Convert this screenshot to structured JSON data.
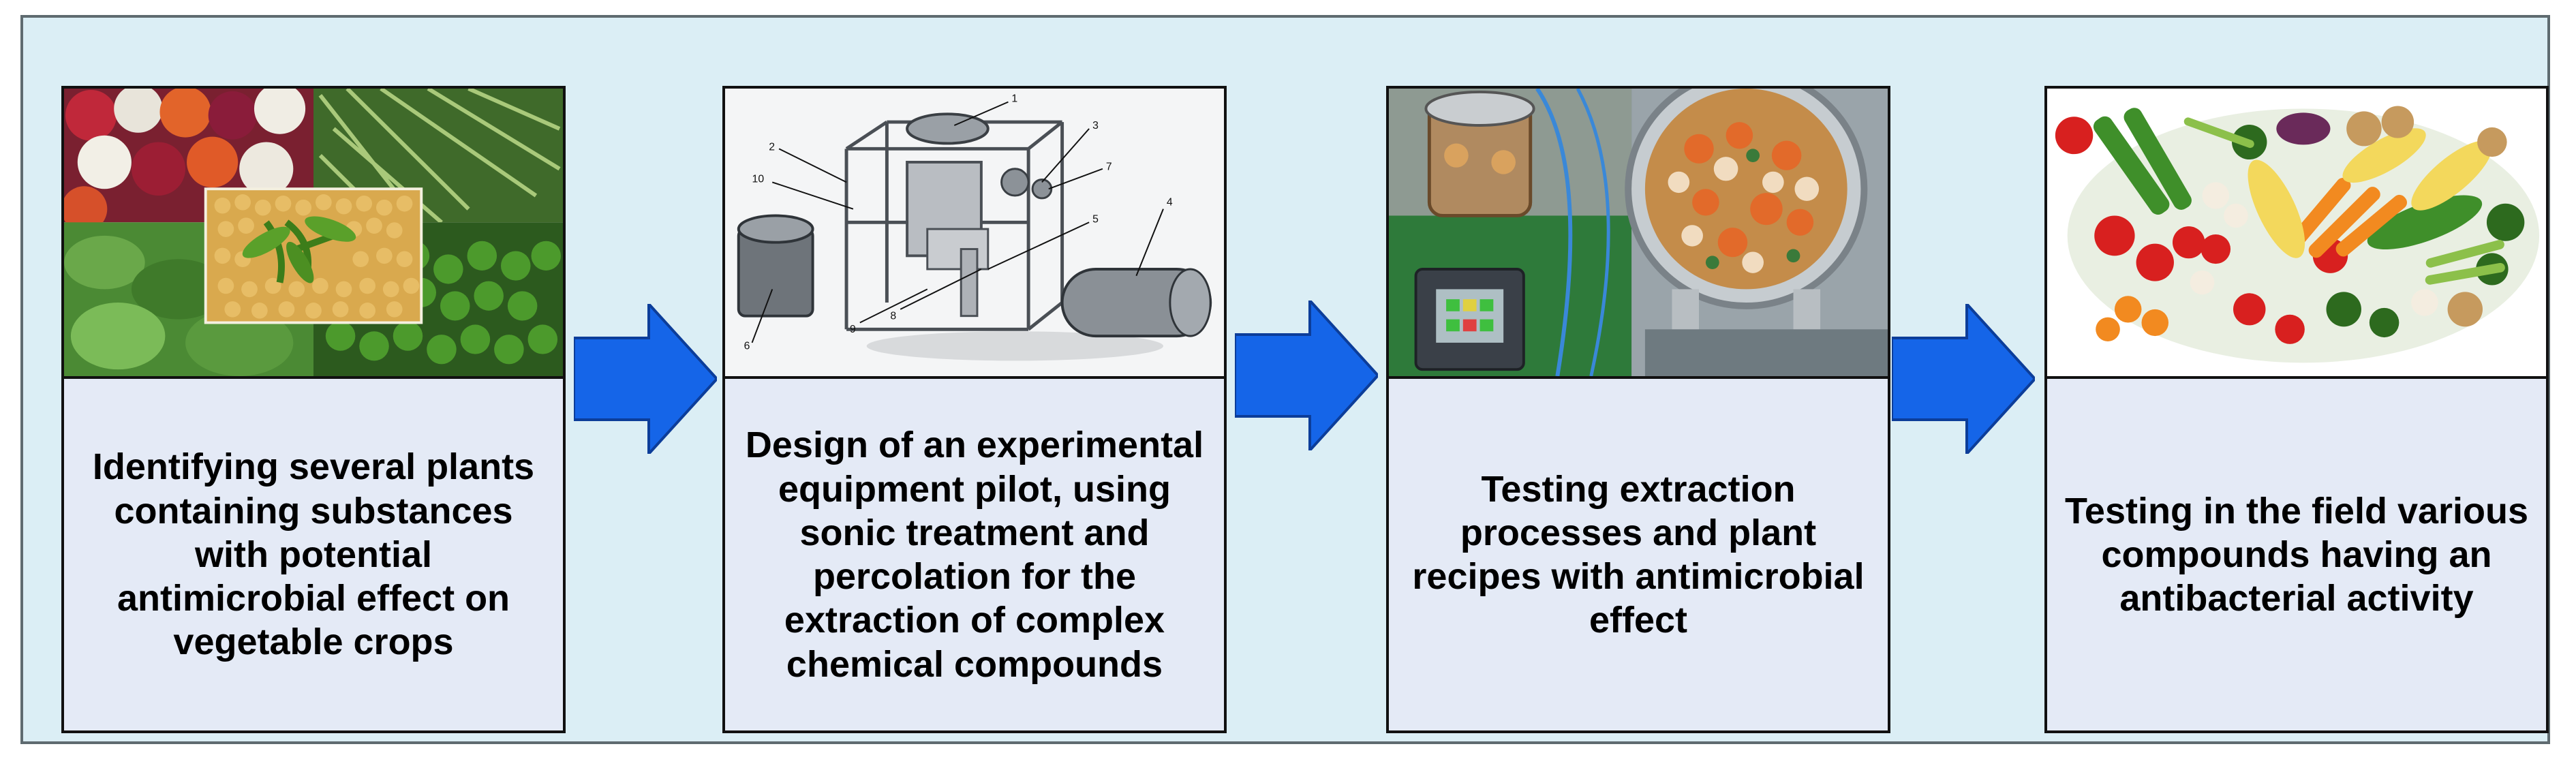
{
  "steps": [
    {
      "caption": "Identifying several plants containing substances with potential antimicrobial effect on vegetable crops",
      "image": "plant-collage"
    },
    {
      "caption": "Design of an experimental equipment pilot, using sonic treatment and percolation for the extraction of complex chemical compounds",
      "image": "equipment-cad-drawing"
    },
    {
      "caption": "Testing extraction processes and plant recipes with antimicrobial effect",
      "image": "extraction-lab-photo"
    },
    {
      "caption": "Testing in the field various compounds having an antibacterial activity",
      "image": "vegetables-photo"
    }
  ],
  "cad_callouts": [
    "1",
    "2",
    "3",
    "4",
    "5",
    "6",
    "7",
    "8",
    "9",
    "10"
  ],
  "colors": {
    "arrow": "#1565e8",
    "caption_bg": "#e4eaf6",
    "frame_bg": "#dbeef5"
  },
  "arrow_icon": "right-arrow-icon"
}
